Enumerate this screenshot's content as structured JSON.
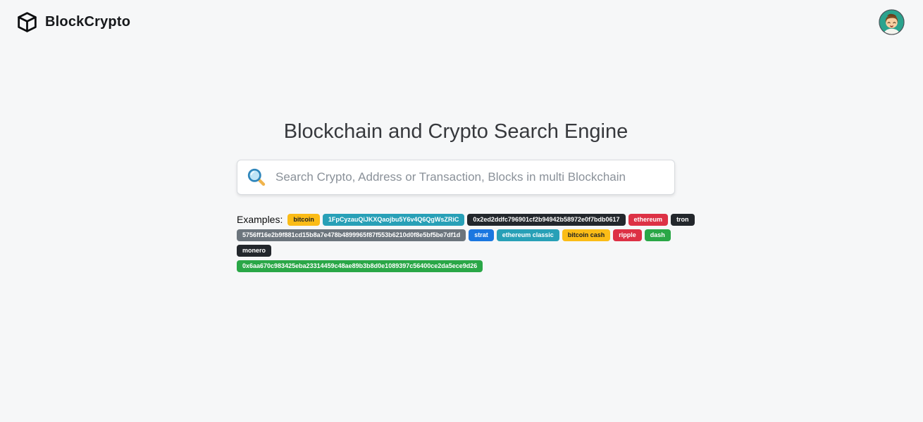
{
  "brand": {
    "title": "BlockCrypto",
    "logo_icon": "cube-3d-icon"
  },
  "header": {
    "avatar_icon": "boy-avatar"
  },
  "main": {
    "heading": "Blockchain and Crypto Search Engine"
  },
  "search": {
    "placeholder": "Search Crypto, Address or Transaction, Blocks in multi Blockchain",
    "value": "",
    "icon": "magnifier-icon"
  },
  "examples": {
    "label": "Examples:",
    "rows": [
      [
        {
          "label": "bitcoin",
          "color": "yellow"
        },
        {
          "label": "1FpCyzauQiJKXQaojbu5Y6v4Q6QgWsZRiC",
          "color": "teal"
        },
        {
          "label": "0x2ed2ddfc796901cf2b94942b58972e0f7bdb0617",
          "color": "dark"
        },
        {
          "label": "ethereum",
          "color": "red"
        },
        {
          "label": "tron",
          "color": "dark"
        }
      ],
      [
        {
          "label": "5756ff16e2b9f881cd15b8a7e478b4899965f87f553b6210d0f8e5bf5be7df1d",
          "color": "gray"
        },
        {
          "label": "strat",
          "color": "blue"
        },
        {
          "label": "ethereum classic",
          "color": "teal"
        },
        {
          "label": "bitcoin cash",
          "color": "yellow"
        },
        {
          "label": "ripple",
          "color": "red"
        },
        {
          "label": "dash",
          "color": "green"
        }
      ],
      [
        {
          "label": "monero",
          "color": "dark"
        }
      ],
      [
        {
          "label": "0x6aa670c983425eba23314459c48ae89b3b8d0e1089397c56400ce2da5ece9d26",
          "color": "green"
        }
      ]
    ]
  },
  "badge_colors": {
    "yellow": {
      "bg": "#fbbc17",
      "fg": "#1d2023"
    },
    "teal": {
      "bg": "#28a0b7",
      "fg": "#ffffff"
    },
    "dark": {
      "bg": "#23272c",
      "fg": "#ffffff"
    },
    "red": {
      "bg": "#dd3145",
      "fg": "#ffffff"
    },
    "gray": {
      "bg": "#6c757d",
      "fg": "#ffffff"
    },
    "blue": {
      "bg": "#1b77e0",
      "fg": "#ffffff"
    },
    "green": {
      "bg": "#2aa747",
      "fg": "#ffffff"
    }
  },
  "colors": {
    "page_bg": "#f6f7f8",
    "heading_text": "#37393d",
    "search_border": "#d8dbdf",
    "placeholder_text": "#8a9199",
    "logo_ink": "#0d0e10",
    "avatar_bg": "#2ba38e",
    "magnifier_lens_stroke": "#2f86bb",
    "magnifier_lens_fill": "#bfe4f6",
    "magnifier_handle": "#f0b44c"
  }
}
